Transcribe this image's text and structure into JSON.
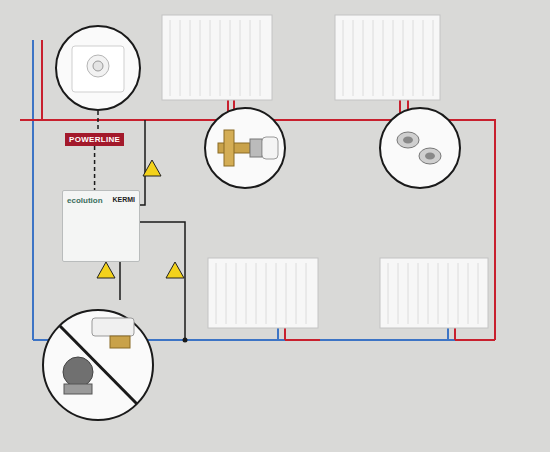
{
  "diagram": {
    "nodes": [
      {
        "text": [
          "POWERLINE"
        ]
      },
      {
        "text": [
          "ecolution",
          "KERMI"
        ]
      }
    ],
    "edges": [
      {
        "from": 0,
        "to": 1,
        "arrow": "none"
      }
    ]
  }
}
